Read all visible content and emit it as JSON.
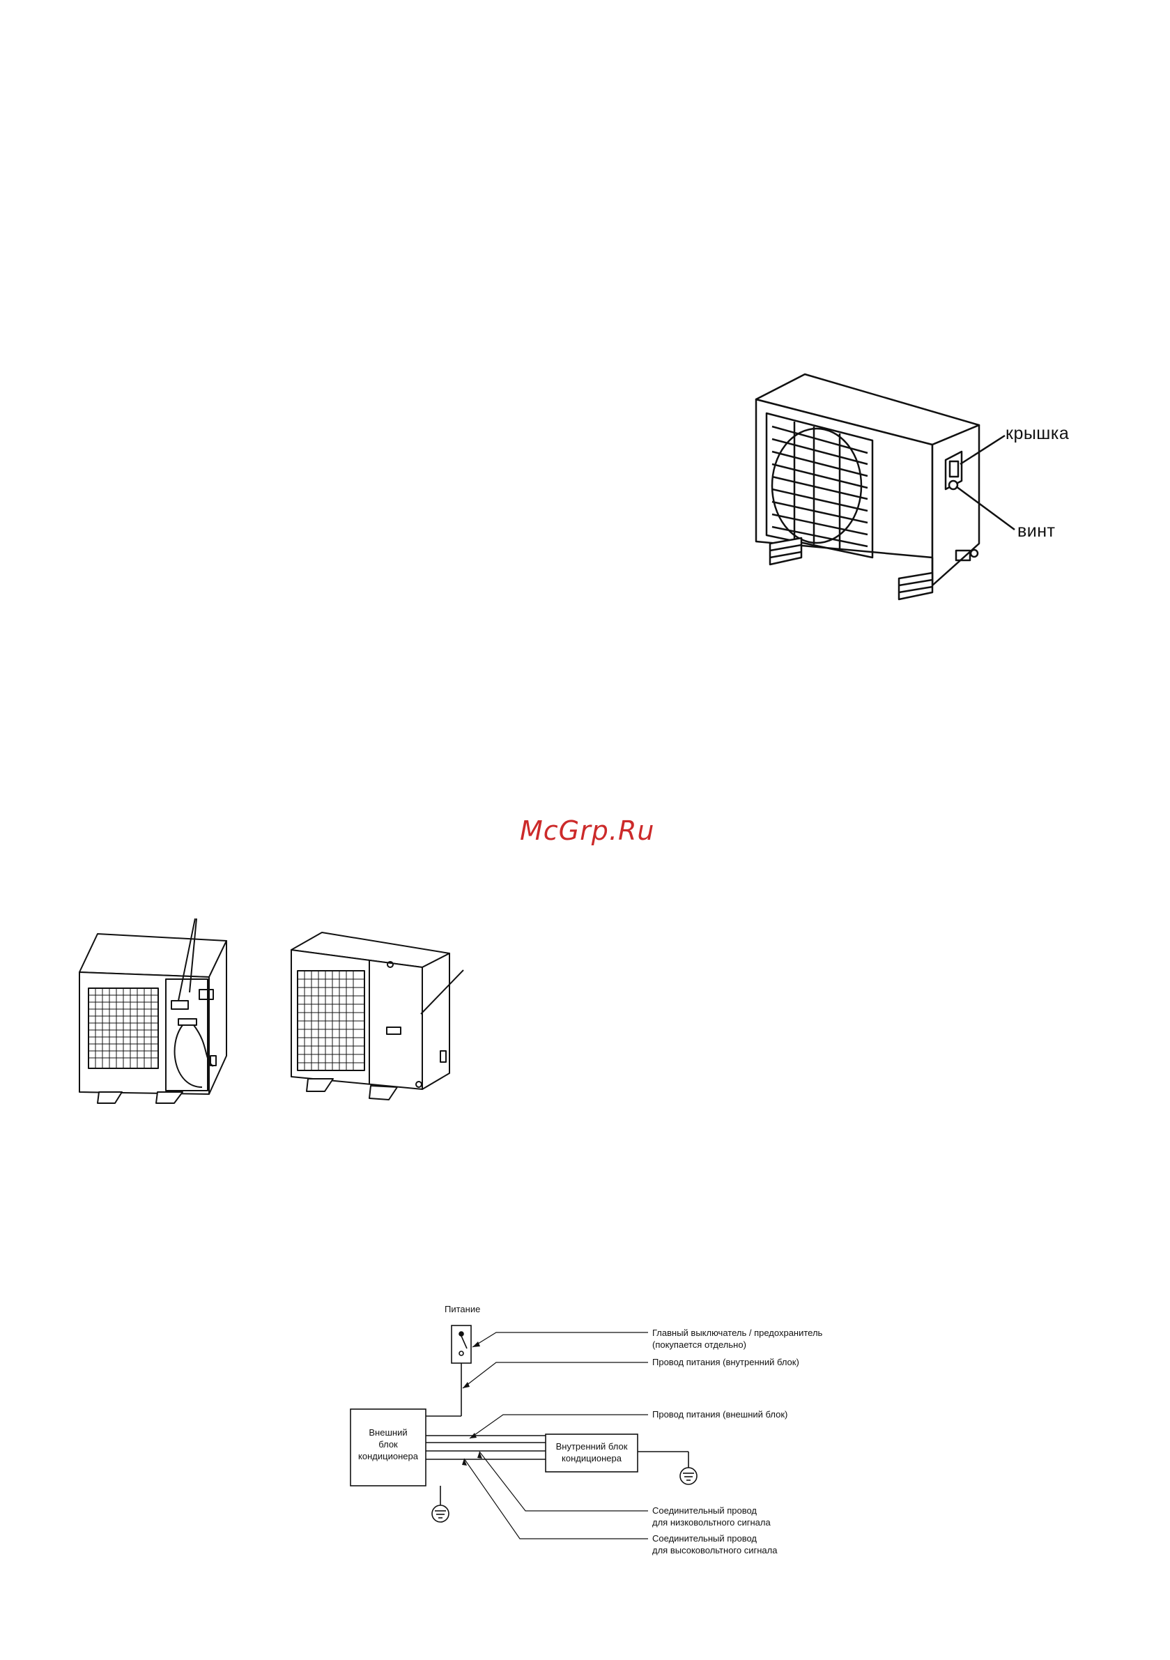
{
  "figure1": {
    "label_cover": "крышка",
    "label_screw": "винт"
  },
  "watermark": "McGrp.Ru",
  "wiring": {
    "power": "Питание",
    "main_switch_line1": "Главный выключатель / предохранитель",
    "main_switch_line2": "(покупается отдельно)",
    "power_cable_indoor": "Провод питания (внутренний блок)",
    "power_cable_outdoor": "Провод питания (внешний блок)",
    "outdoor_unit_line1": "Внешний",
    "outdoor_unit_line2": "блок",
    "outdoor_unit_line3": "кондиционера",
    "indoor_unit_line1": "Внутренний блок",
    "indoor_unit_line2": "кондиционера",
    "low_voltage_line1": "Соединительный провод",
    "low_voltage_line2": "для низковольтного сигнала",
    "high_voltage_line1": "Соединительный провод",
    "high_voltage_line2": "для высоковольтного сигнала"
  }
}
